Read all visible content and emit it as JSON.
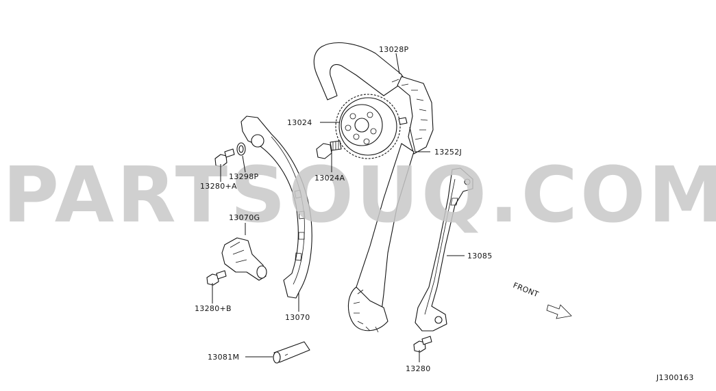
{
  "watermark": "PARTSOUQ.COM",
  "diagram_code": "J1300163",
  "front_label": "FRONT",
  "parts": {
    "p13028P": "13028P",
    "p13024": "13024",
    "p13252J": "13252J",
    "p13024A": "13024A",
    "p13298P": "13298P",
    "p13280A": "13280+A",
    "p13070G": "13070G",
    "p13085": "13085",
    "p13280B": "13280+B",
    "p13070": "13070",
    "p13081M": "13081M",
    "p13280": "13280"
  }
}
